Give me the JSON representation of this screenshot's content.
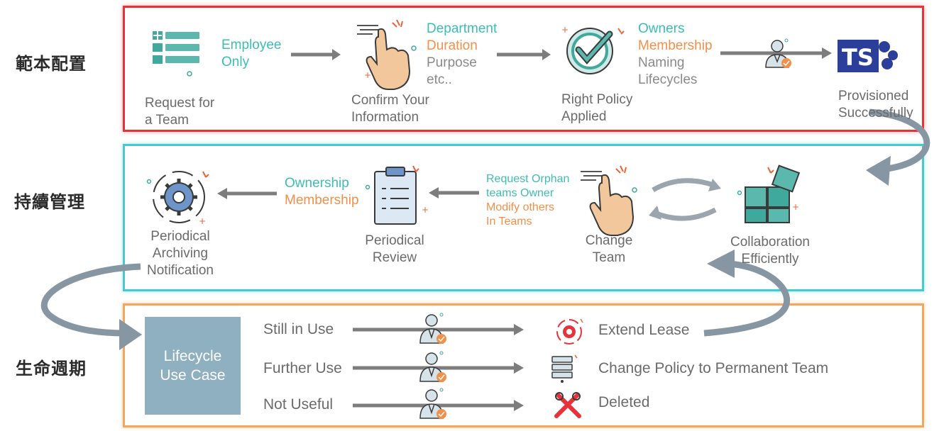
{
  "sections": {
    "template_config": "範本配置",
    "ongoing_management": "持續管理",
    "lifecycle": "生命週期"
  },
  "provisioning": {
    "request": {
      "line1": "Request for",
      "line2": "a Team"
    },
    "employee_only": {
      "line1": "Employee",
      "line2": "Only"
    },
    "confirm": {
      "line1": "Confirm Your",
      "line2": "Information"
    },
    "info_fields": {
      "department": "Department",
      "duration": "Duration",
      "purpose": "Purpose",
      "etc": "etc.."
    },
    "policy": {
      "line1": "Right Policy",
      "line2": "Applied"
    },
    "policy_fields": {
      "owners": "Owners",
      "membership": "Membership",
      "naming": "Naming",
      "lifecycles": "Lifecycles"
    },
    "provisioned": {
      "line1": "Provisioned",
      "line2": "Successfully"
    },
    "teams_logo_letters": "TS"
  },
  "management": {
    "archiving": {
      "line1": "Periodical",
      "line2": "Archiving",
      "line3": "Notification"
    },
    "ownership": "Ownership",
    "membership": "Membership",
    "review": {
      "line1": "Periodical",
      "line2": "Review"
    },
    "orphan": {
      "line1": "Request Orphan",
      "line2": "teams Owner",
      "line3": "Modify others",
      "line4": "In Teams"
    },
    "change_team": {
      "line1": "Change",
      "line2": "Team"
    },
    "collaboration": {
      "line1": "Collaboration",
      "line2": "Efficiently"
    }
  },
  "lifecycle": {
    "use_case": {
      "line1": "Lifecycle",
      "line2": "Use Case"
    },
    "options": [
      {
        "label": "Still in Use",
        "outcome": "Extend Lease",
        "icon": "gear-cycle-icon"
      },
      {
        "label": "Further Use",
        "outcome": "Change Policy to Permanent Team",
        "icon": "server-icon"
      },
      {
        "label": "Not Useful",
        "outcome": "Deleted",
        "icon": "tools-icon"
      }
    ]
  },
  "colors": {
    "red_border": "#e8323a",
    "cyan_border": "#46c9cf",
    "orange_border": "#f6a55a",
    "teal_text": "#3dbdb4",
    "orange_text": "#f0904a",
    "arrow_gray": "#7d7d7d",
    "curve_gray": "#8796a3",
    "teams_blue": "#2b3f9a"
  }
}
